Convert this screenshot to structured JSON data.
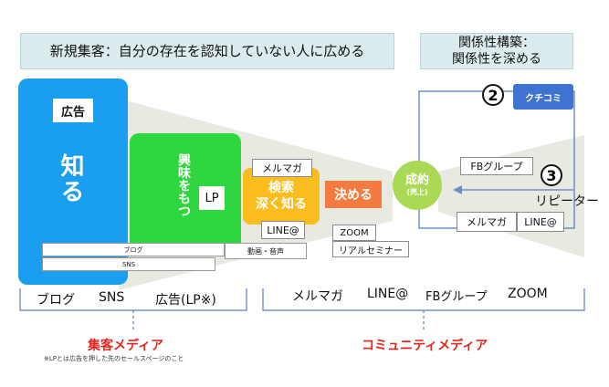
{
  "headers": {
    "left": "新規集客：自分の存在を認知していない人に広める",
    "right_line1": "関係性構築：",
    "right_line2": "関係性を深める"
  },
  "funnel": {
    "know": {
      "tag": "広告",
      "main": "知る"
    },
    "interest": {
      "main": "興味をもつ",
      "tag": "LP"
    },
    "search": {
      "tag": "メルマガ",
      "main_line1": "検索",
      "main_line2": "深く知る",
      "sub": "LINE@"
    },
    "decide": {
      "main": "決める"
    },
    "deal": {
      "main": "成約",
      "sub": "(売上)"
    }
  },
  "strips": {
    "blog": "ブログ",
    "sns": "SNS",
    "video": "動画・音声"
  },
  "seminar_boxes": {
    "zoom": "ZOOM",
    "real": "リアルセミナー"
  },
  "community": {
    "badge": "クチコミ",
    "num2": "2",
    "num3": "3",
    "repeater": "リピーター",
    "fb_group": "FBグループ",
    "mailmag": "メルマガ",
    "line": "LINE@"
  },
  "bottom_left": {
    "blog": "ブログ",
    "sns": "SNS",
    "ad": "広告(LP※)"
  },
  "bottom_right": {
    "mailmag": "メルマガ",
    "line": "LINE@",
    "fb": "FBグループ",
    "zoom": "ZOOM"
  },
  "footer": {
    "left_title": "集客メディア",
    "note": "※LPとは広告を押した先のセールスページのこと",
    "right_title": "コミュニティメディア"
  },
  "colors": {
    "blue": "#1a9ff0",
    "green": "#2fd63e",
    "orange": "#fbbd1d",
    "red_orange": "#f47b3f",
    "deal_green": "#a9d955",
    "badge_blue": "#3f73d1",
    "funnel_grey": "#e8e9e0",
    "connector": "#6c8fc8",
    "accent_red": "#e3261c"
  }
}
